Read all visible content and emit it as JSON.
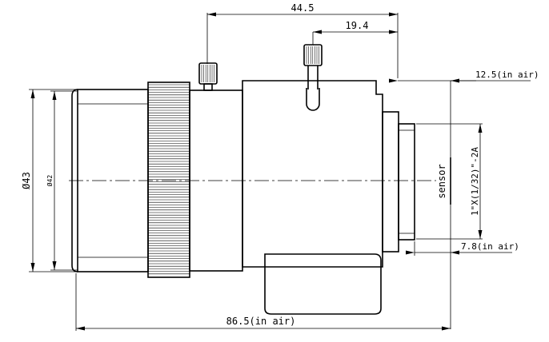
{
  "dimensions": {
    "back_focus_total": "44.5",
    "iris_to_rear": "19.4",
    "flange_focal": "12.5(in air)",
    "mount_depth": "7.8(in air)",
    "overall_length": "86.5(in air)",
    "outer_diameter": "Ø43",
    "filter_diameter": "Ø42"
  },
  "labels": {
    "sensor": "sensor",
    "sensor_format": "1\"X(1/32)\"-2A"
  }
}
